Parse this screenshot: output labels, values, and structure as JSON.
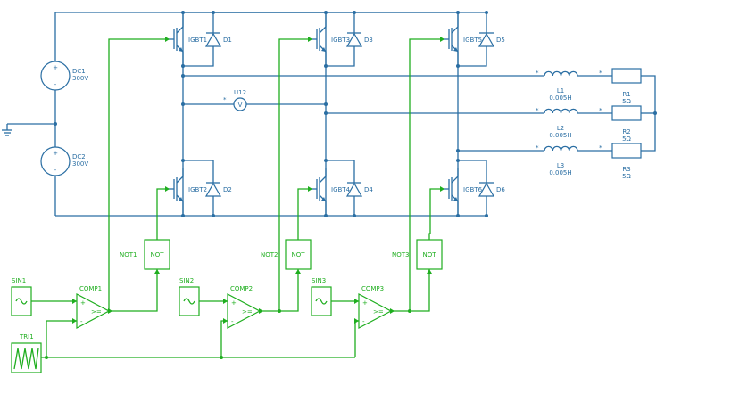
{
  "colors": {
    "power_wire": "#2a6ea3",
    "control_wire": "#1fae1f",
    "background": "#ffffff"
  },
  "sources": [
    {
      "name": "DC1",
      "value": "300V",
      "plus": "+",
      "minus": "-"
    },
    {
      "name": "DC2",
      "value": "300V",
      "plus": "+",
      "minus": "-"
    }
  ],
  "igbts": [
    {
      "name": "IGBT1",
      "diode": "D1"
    },
    {
      "name": "IGBT2",
      "diode": "D2"
    },
    {
      "name": "IGBT3",
      "diode": "D3"
    },
    {
      "name": "IGBT4",
      "diode": "D4"
    },
    {
      "name": "IGBT5",
      "diode": "D5"
    },
    {
      "name": "IGBT6",
      "diode": "D6"
    }
  ],
  "voltmeter": {
    "name": "U12",
    "symbol": "V",
    "polarity": "*"
  },
  "loads": [
    {
      "inductor": "L1",
      "inductance": "0.005H",
      "resistor": "R1",
      "resistance": "5Ω"
    },
    {
      "inductor": "L2",
      "inductance": "0.005H",
      "resistor": "R2",
      "resistance": "5Ω"
    },
    {
      "inductor": "L3",
      "inductance": "0.005H",
      "resistor": "R3",
      "resistance": "5Ω"
    }
  ],
  "polarity_mark": "*",
  "control": {
    "sines": [
      "SIN1",
      "SIN2",
      "SIN3"
    ],
    "comparators": [
      "COMP1",
      "COMP2",
      "COMP3"
    ],
    "comparator_symbol": ">=",
    "nots": [
      {
        "name": "NOT1",
        "label": "NOT"
      },
      {
        "name": "NOT2",
        "label": "NOT"
      },
      {
        "name": "NOT3",
        "label": "NOT"
      }
    ],
    "triangle": "TRI1",
    "plus": "+",
    "minus": "-"
  }
}
